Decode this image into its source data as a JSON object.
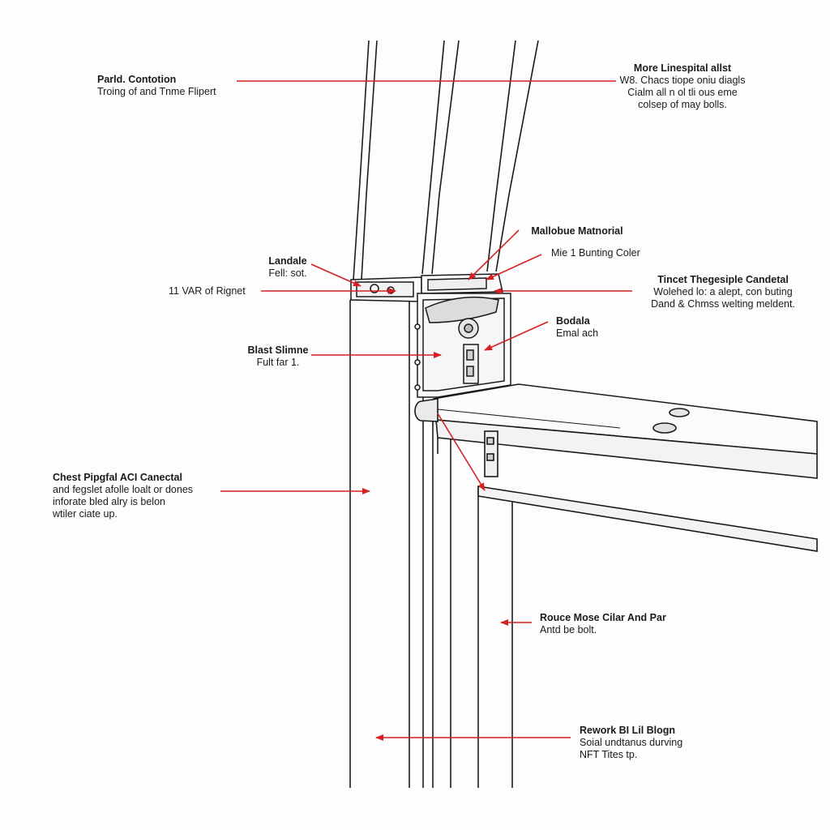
{
  "labels": [
    {
      "id": "part-contotion",
      "title": "Parld. Contotion",
      "lines": [
        "Troing of and Tnme Flipert"
      ]
    },
    {
      "id": "more-linespital",
      "title": "More Linespital allst",
      "lines": [
        "W8. Chacs tiope oniu diagls",
        "Cialm all n ol tli  ous eme",
        "colsep of may bolls."
      ]
    },
    {
      "id": "mallobue-matnorial",
      "title": "Mallobue Matnorial",
      "lines": []
    },
    {
      "id": "mie-bunting",
      "title": "",
      "lines": [
        "Mie 1 Bunting Coler"
      ]
    },
    {
      "id": "landale",
      "title": "Landale",
      "lines": [
        "Fell: sot."
      ]
    },
    {
      "id": "var-rignet",
      "title": "",
      "lines": [
        "11 VAR of Rignet"
      ]
    },
    {
      "id": "tincet-thegesiple",
      "title": "Tincet Thegesiple Candetal",
      "lines": [
        "Wolehed lo: a alept, con buting",
        "Dand & Chmss welting meldent."
      ]
    },
    {
      "id": "bodala",
      "title": "Bodala",
      "lines": [
        "Emal ach"
      ]
    },
    {
      "id": "blast-slimne",
      "title": "Blast Slimne",
      "lines": [
        "Fult far 1."
      ]
    },
    {
      "id": "chest-pipgfal",
      "title": "Chest Pipgfal ACI Canectal",
      "lines": [
        "and fegslet afolle loalt or dones",
        "inforate  bled alry is belon",
        "wtiler ciate up."
      ]
    },
    {
      "id": "rouce-mose",
      "title": "Rouce Mose Cilar And Par",
      "lines": [
        "Antd be bolt."
      ]
    },
    {
      "id": "rework-bi",
      "title": "Rework BI Lil Blogn",
      "lines": [
        "Soial undtanus durving",
        "NFT Tites tp."
      ]
    }
  ],
  "colors": {
    "ink": "#1a1a1a",
    "arrow": "#d42020",
    "bg": "#fdfdfd"
  }
}
